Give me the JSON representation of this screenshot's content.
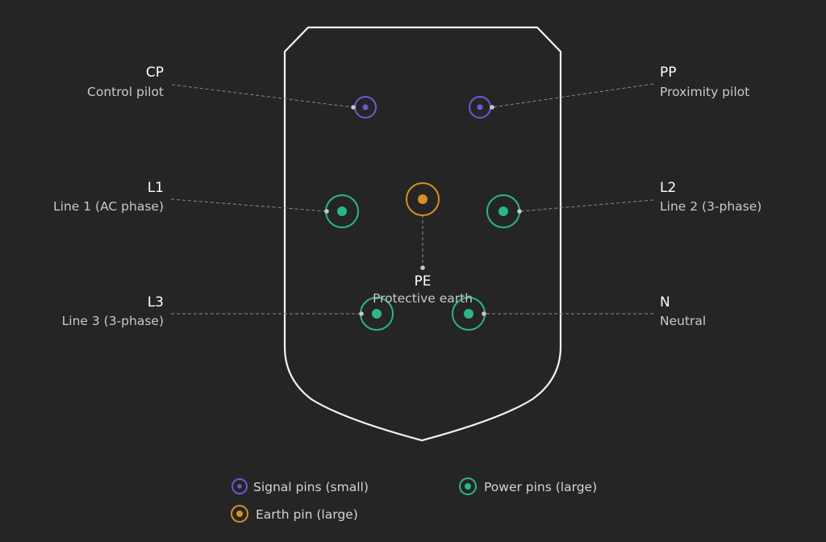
{
  "colors": {
    "background": "#252525",
    "outline": "#f2f2f2",
    "signal": "#6a5ad0",
    "power": "#2bb58a",
    "earth": "#d88e22"
  },
  "pins": {
    "cp": {
      "code": "CP",
      "desc": "Control pilot",
      "type": "signal"
    },
    "pp": {
      "code": "PP",
      "desc": "Proximity pilot",
      "type": "signal"
    },
    "l1": {
      "code": "L1",
      "desc": "Line 1 (AC phase)",
      "type": "power"
    },
    "l2": {
      "code": "L2",
      "desc": "Line 2 (3-phase)",
      "type": "power"
    },
    "pe": {
      "code": "PE",
      "desc": "Protective earth",
      "type": "earth"
    },
    "l3": {
      "code": "L3",
      "desc": "Line 3 (3-phase)",
      "type": "power"
    },
    "n": {
      "code": "N",
      "desc": "Neutral",
      "type": "power"
    }
  },
  "legend": {
    "signal": "Signal pins (small)",
    "power": "Power pins (large)",
    "earth": "Earth pin (large)"
  }
}
